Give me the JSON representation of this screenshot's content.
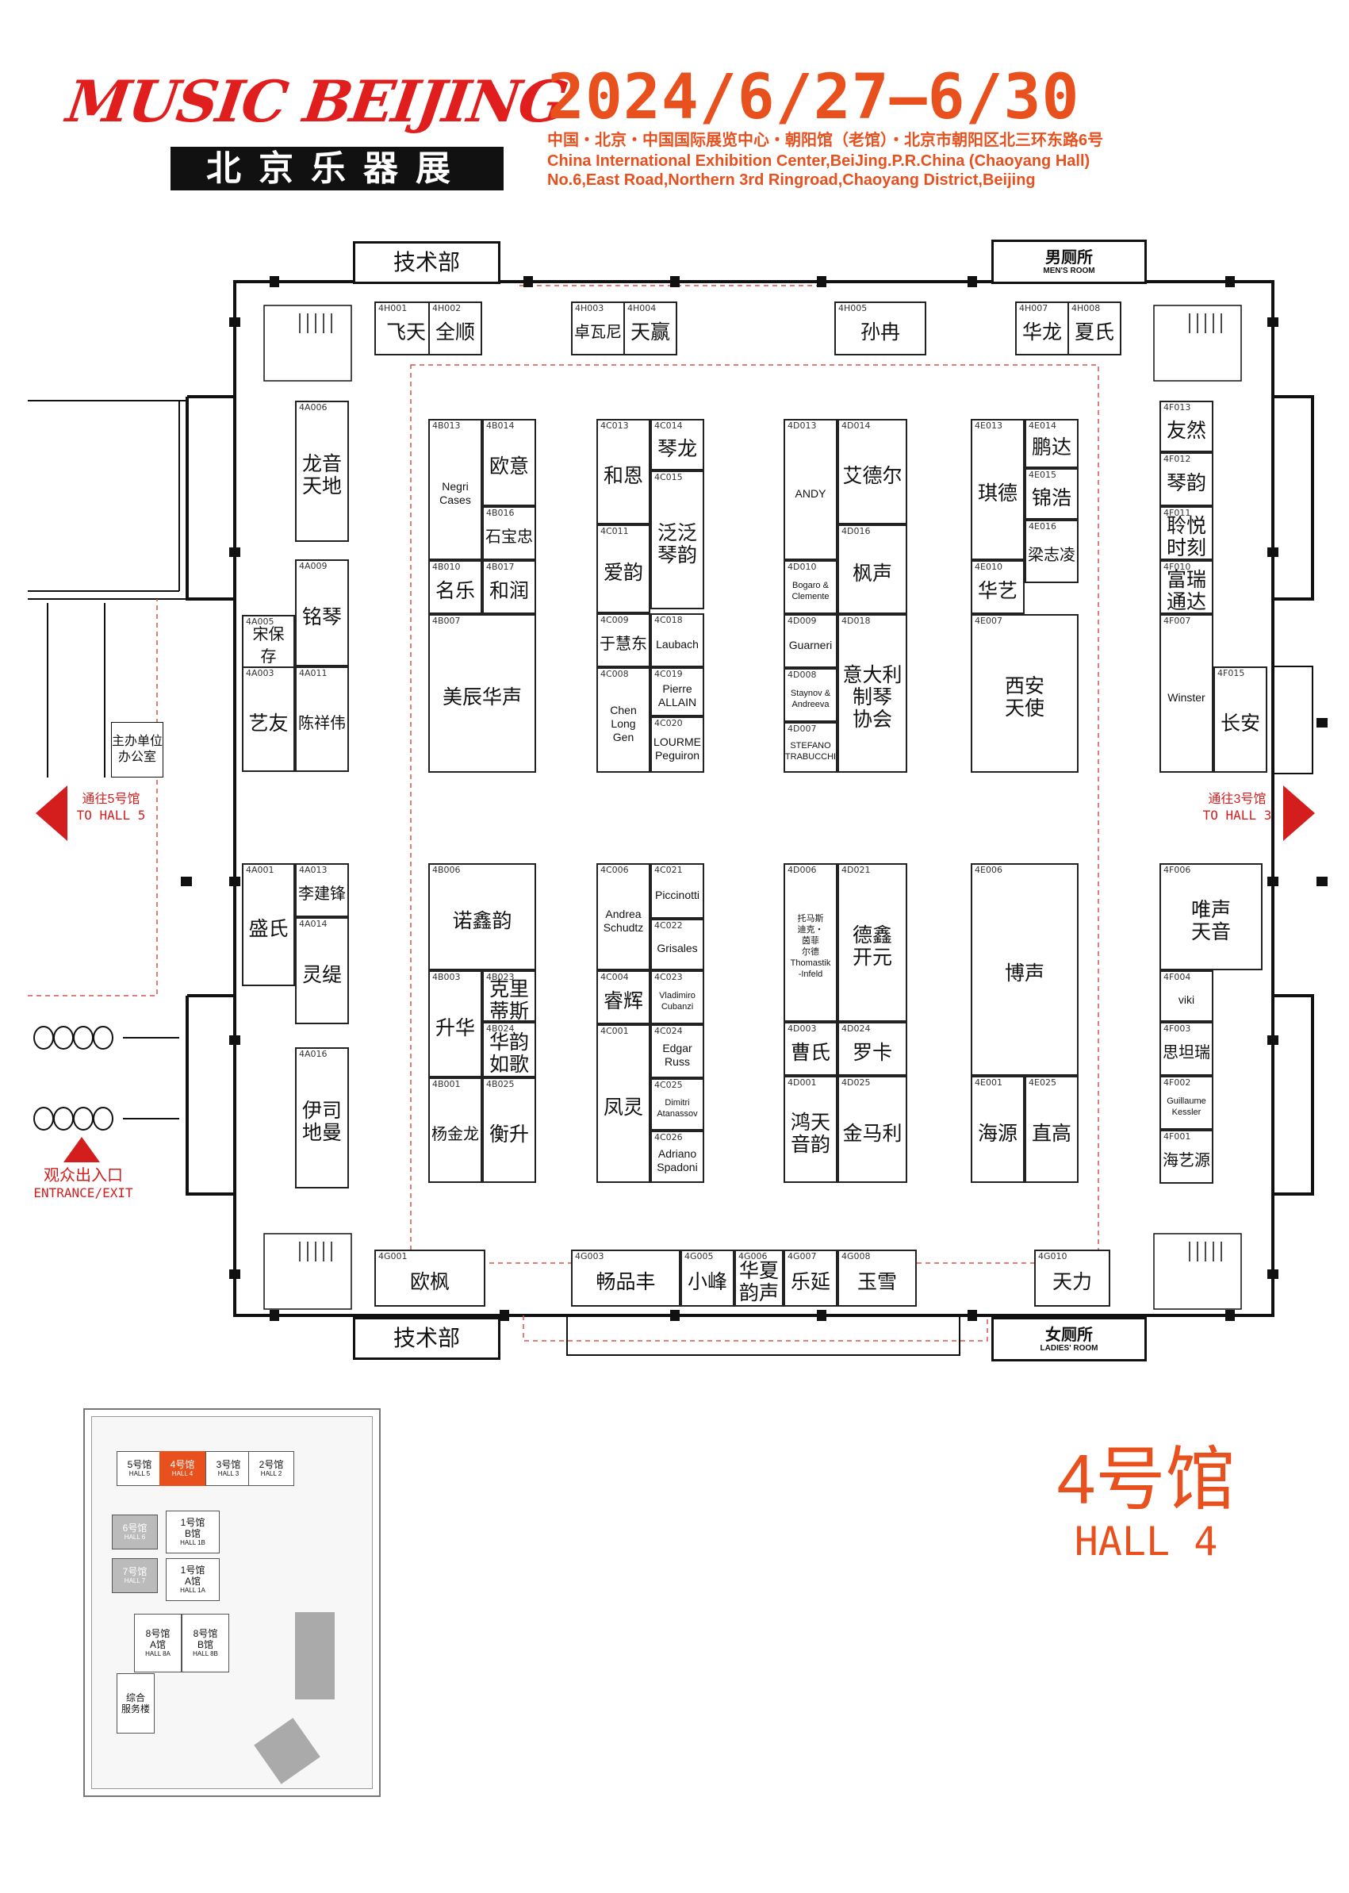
{
  "header": {
    "logo_text": "MUSIC BEIJING",
    "logo_zh": "北京乐器展",
    "date": "2024/6/27—6/30",
    "venue_zh": "中国・北京・中国国际展览中心・朝阳馆（老馆）・北京市朝阳区北三环东路6号",
    "venue_en1": "China International Exhibition Center,BeiJing.P.R.China (Chaoyang Hall)",
    "venue_en2": "No.6,East Road,Northern 3rd Ringroad,Chaoyang District,Beijing"
  },
  "rooms": {
    "tech_top": "技术部",
    "tech_bottom": "技术部",
    "mens_zh": "男厕所",
    "mens_en": "MEN'S ROOM",
    "ladies_zh": "女厕所",
    "ladies_en": "LADIES' ROOM",
    "organizer_office": "主办单位\n办公室"
  },
  "navigation": {
    "to_hall5_zh": "通往5号馆",
    "to_hall5_en": "TO HALL 5",
    "to_hall3_zh": "通往3号馆",
    "to_hall3_en": "TO HALL 3",
    "entrance_zh": "观众出入口",
    "entrance_en": "ENTRANCE/EXIT"
  },
  "hall_label": {
    "zh": "4号馆",
    "en": "HALL 4"
  },
  "booths": [
    {
      "id": "4H001",
      "name": "飞天"
    },
    {
      "id": "4H002",
      "name": "全顺"
    },
    {
      "id": "4H003",
      "name": "卓瓦尼"
    },
    {
      "id": "4H004",
      "name": "天赢"
    },
    {
      "id": "4H005",
      "name": "孙冉"
    },
    {
      "id": "4H007",
      "name": "华龙"
    },
    {
      "id": "4H008",
      "name": "夏氏"
    },
    {
      "id": "4A006",
      "name": "龙音\n天地"
    },
    {
      "id": "4A009",
      "name": "铭琴"
    },
    {
      "id": "4A005",
      "name": "宋保存"
    },
    {
      "id": "4A003",
      "name": "艺友"
    },
    {
      "id": "4A011",
      "name": "陈祥伟"
    },
    {
      "id": "4B013",
      "name": "Negri\nCases"
    },
    {
      "id": "4B014",
      "name": "欧意"
    },
    {
      "id": "4B016",
      "name": "石宝忠"
    },
    {
      "id": "4B010",
      "name": "名乐"
    },
    {
      "id": "4B017",
      "name": "和润"
    },
    {
      "id": "4B007",
      "name": "美辰华声"
    },
    {
      "id": "4C013",
      "name": "和恩"
    },
    {
      "id": "4C014",
      "name": "琴龙"
    },
    {
      "id": "4C015",
      "name": "泛泛\n琴韵"
    },
    {
      "id": "4C011",
      "name": "爱韵"
    },
    {
      "id": "4C009",
      "name": "于慧东"
    },
    {
      "id": "4C018",
      "name": "Laubach"
    },
    {
      "id": "4C008",
      "name": "Chen Long Gen"
    },
    {
      "id": "4C019",
      "name": "Pierre\nALLAIN"
    },
    {
      "id": "4C020",
      "name": "LOURME\nPeguiron"
    },
    {
      "id": "4D013",
      "name": "ANDY"
    },
    {
      "id": "4D014",
      "name": "艾德尔"
    },
    {
      "id": "4D016",
      "name": "枫声"
    },
    {
      "id": "4D010",
      "name": "Bogaro &\nClemente"
    },
    {
      "id": "4D009",
      "name": "Guarneri"
    },
    {
      "id": "4D018",
      "name": "意大利\n制琴\n协会"
    },
    {
      "id": "4D008",
      "name": "Staynov &\nAndreeva"
    },
    {
      "id": "4D007",
      "name": "STEFANO\nTRABUCCHI"
    },
    {
      "id": "4E013",
      "name": "琪德"
    },
    {
      "id": "4E014",
      "name": "鹏达"
    },
    {
      "id": "4E015",
      "name": "锦浩"
    },
    {
      "id": "4E016",
      "name": "梁志凌"
    },
    {
      "id": "4E010",
      "name": "华艺"
    },
    {
      "id": "4E007",
      "name": "西安\n天使"
    },
    {
      "id": "4F013",
      "name": "友然"
    },
    {
      "id": "4F012",
      "name": "琴韵"
    },
    {
      "id": "4F011",
      "name": "聆悦\n时刻"
    },
    {
      "id": "4F010",
      "name": "富瑞\n通达"
    },
    {
      "id": "4F007",
      "name": "Winster"
    },
    {
      "id": "4F015",
      "name": "长安"
    },
    {
      "id": "4A001",
      "name": "盛氏"
    },
    {
      "id": "4A013",
      "name": "李建锋"
    },
    {
      "id": "4A014",
      "name": "灵缇"
    },
    {
      "id": "4A016",
      "name": "伊司\n地曼"
    },
    {
      "id": "4B006",
      "name": "诺鑫韵"
    },
    {
      "id": "4B003",
      "name": "升华"
    },
    {
      "id": "4B023",
      "name": "克里\n蒂斯"
    },
    {
      "id": "4B024",
      "name": "华韵\n如歌"
    },
    {
      "id": "4B001",
      "name": "杨金龙"
    },
    {
      "id": "4B025",
      "name": "衡升"
    },
    {
      "id": "4C006",
      "name": "Andrea\nSchudtz"
    },
    {
      "id": "4C021",
      "name": "Piccinotti"
    },
    {
      "id": "4C022",
      "name": "Grisales"
    },
    {
      "id": "4C004",
      "name": "睿辉"
    },
    {
      "id": "4C023",
      "name": "Vladimiro\nCubanzi"
    },
    {
      "id": "4C001",
      "name": "凤灵"
    },
    {
      "id": "4C024",
      "name": "Edgar Russ"
    },
    {
      "id": "4C025",
      "name": "Dimitri\nAtanassov"
    },
    {
      "id": "4C026",
      "name": "Adriano\nSpadoni"
    },
    {
      "id": "4D006",
      "name": "托马斯\n迪克・\n茵菲\n尔德\nThomastik\n-Infeld"
    },
    {
      "id": "4D021",
      "name": "德鑫\n开元"
    },
    {
      "id": "4D003",
      "name": "曹氏"
    },
    {
      "id": "4D024",
      "name": "罗卡"
    },
    {
      "id": "4D001",
      "name": "鸿天\n音韵"
    },
    {
      "id": "4D025",
      "name": "金马利"
    },
    {
      "id": "4E006",
      "name": "博声"
    },
    {
      "id": "4E001",
      "name": "海源"
    },
    {
      "id": "4E025",
      "name": "直高"
    },
    {
      "id": "4F006",
      "name": "唯声\n天音"
    },
    {
      "id": "4F004",
      "name": "viki"
    },
    {
      "id": "4F003",
      "name": "思坦瑞"
    },
    {
      "id": "4F002",
      "name": "Guillaume\nKessler"
    },
    {
      "id": "4F001",
      "name": "海艺源"
    },
    {
      "id": "4G001",
      "name": "欧枫"
    },
    {
      "id": "4G003",
      "name": "畅品丰"
    },
    {
      "id": "4G005",
      "name": "小峰"
    },
    {
      "id": "4G006",
      "name": "华夏\n韵声"
    },
    {
      "id": "4G007",
      "name": "乐延"
    },
    {
      "id": "4G008",
      "name": "玉雪"
    },
    {
      "id": "4G010",
      "name": "天力"
    }
  ],
  "minimap": {
    "halls": [
      {
        "zh": "5号馆",
        "en": "HALL 5"
      },
      {
        "zh": "4号馆",
        "en": "HALL 4"
      },
      {
        "zh": "3号馆",
        "en": "HALL 3"
      },
      {
        "zh": "2号馆",
        "en": "HALL 2"
      },
      {
        "zh": "6号馆",
        "en": "HALL 6"
      },
      {
        "zh": "7号馆",
        "en": "HALL 7"
      },
      {
        "zh": "1号馆\nB馆",
        "en": "HALL 1B"
      },
      {
        "zh": "1号馆\nA馆",
        "en": "HALL 1A"
      },
      {
        "zh": "8号馆\nA馆",
        "en": "HALL 8A"
      },
      {
        "zh": "8号馆\nB馆",
        "en": "HALL 8B"
      },
      {
        "zh": "综合\n服务楼",
        "en": ""
      }
    ],
    "highlight_color": "#e8501e"
  },
  "colors": {
    "accent": "#e8501e",
    "nav_red": "#d41e1e",
    "grey": "#9a9a9a"
  }
}
